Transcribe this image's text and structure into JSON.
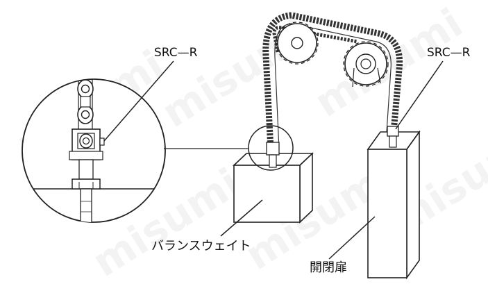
{
  "labels": {
    "src_left": "SRC—R",
    "src_right": "SRC—R",
    "balance_weight": "バランスウェイト",
    "door": "開閉扉"
  },
  "watermark": "misumi",
  "colors": {
    "line": "#222222",
    "chain": "#333333",
    "background": "#ffffff"
  }
}
